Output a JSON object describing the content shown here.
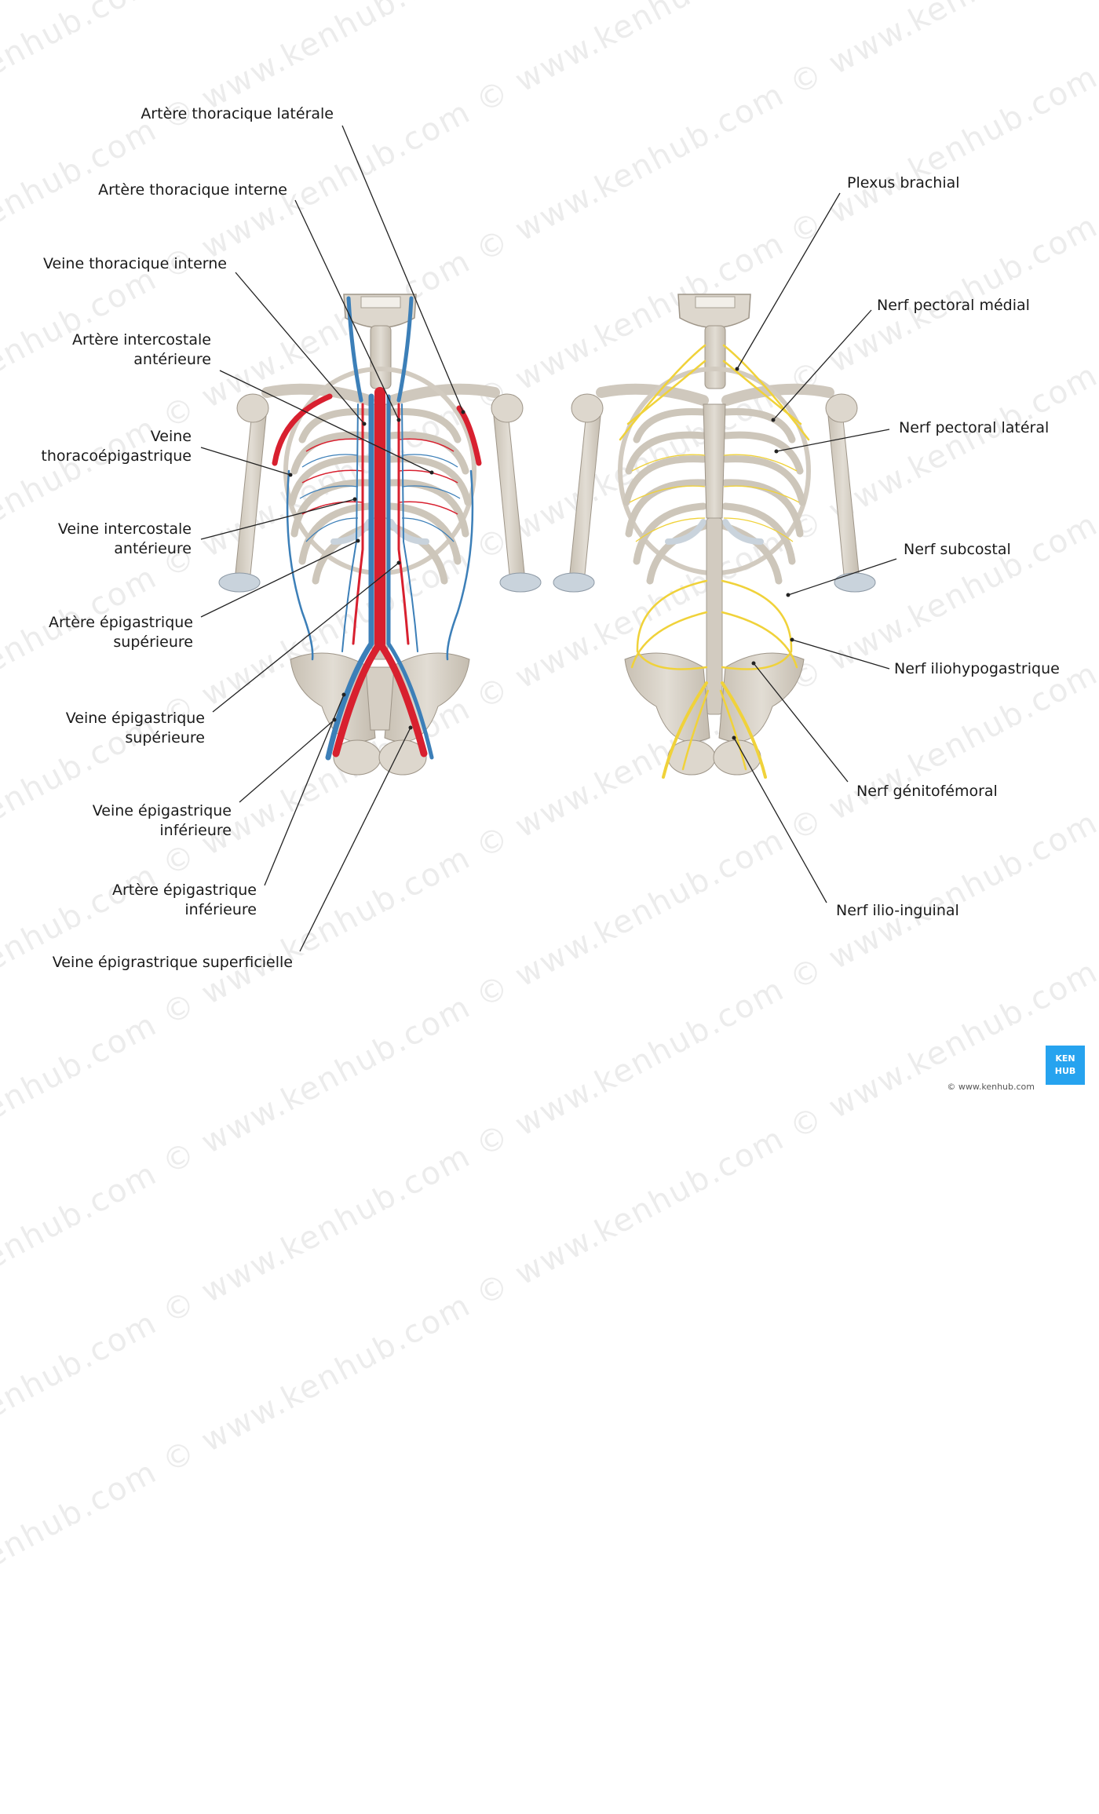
{
  "watermark": "© www.kenhub.com",
  "labels_left": [
    {
      "id": "l1",
      "text": "Artère thoracique latérale"
    },
    {
      "id": "l2",
      "text": "Artère thoracique interne"
    },
    {
      "id": "l3",
      "text": "Veine thoracique interne"
    },
    {
      "id": "l4a",
      "text": "Artère intercostale"
    },
    {
      "id": "l4b",
      "text": "antérieure"
    },
    {
      "id": "l5a",
      "text": "Veine"
    },
    {
      "id": "l5b",
      "text": "thoracoépigastrique"
    },
    {
      "id": "l6a",
      "text": "Veine intercostale"
    },
    {
      "id": "l6b",
      "text": "antérieure"
    },
    {
      "id": "l7a",
      "text": "Artère épigastrique"
    },
    {
      "id": "l7b",
      "text": "supérieure"
    },
    {
      "id": "l8a",
      "text": "Veine épigastrique"
    },
    {
      "id": "l8b",
      "text": "supérieure"
    },
    {
      "id": "l9a",
      "text": "Veine épigastrique"
    },
    {
      "id": "l9b",
      "text": "inférieure"
    },
    {
      "id": "l10a",
      "text": "Artère épigastrique"
    },
    {
      "id": "l10b",
      "text": "inférieure"
    },
    {
      "id": "l11",
      "text": "Veine épigrastrique superficielle"
    }
  ],
  "labels_right": [
    {
      "id": "r1",
      "text": "Plexus brachial"
    },
    {
      "id": "r2",
      "text": "Nerf pectoral médial"
    },
    {
      "id": "r3",
      "text": "Nerf pectoral latéral"
    },
    {
      "id": "r4",
      "text": "Nerf subcostal"
    },
    {
      "id": "r5",
      "text": "Nerf iliohypogastrique"
    },
    {
      "id": "r6",
      "text": "Nerf génitofémoral"
    },
    {
      "id": "r7",
      "text": "Nerf ilio-inguinal"
    }
  ],
  "logo": {
    "line1": "KEN",
    "line2": "HUB"
  },
  "copyright": "© www.kenhub.com",
  "colors": {
    "bone": "#d8d2c8",
    "bone_shadow": "#b9b1a5",
    "cartilage": "#c9d3dc",
    "artery": "#d8202f",
    "vein": "#3c7fb8",
    "nerve": "#f0d23a",
    "leader": "#222222"
  }
}
